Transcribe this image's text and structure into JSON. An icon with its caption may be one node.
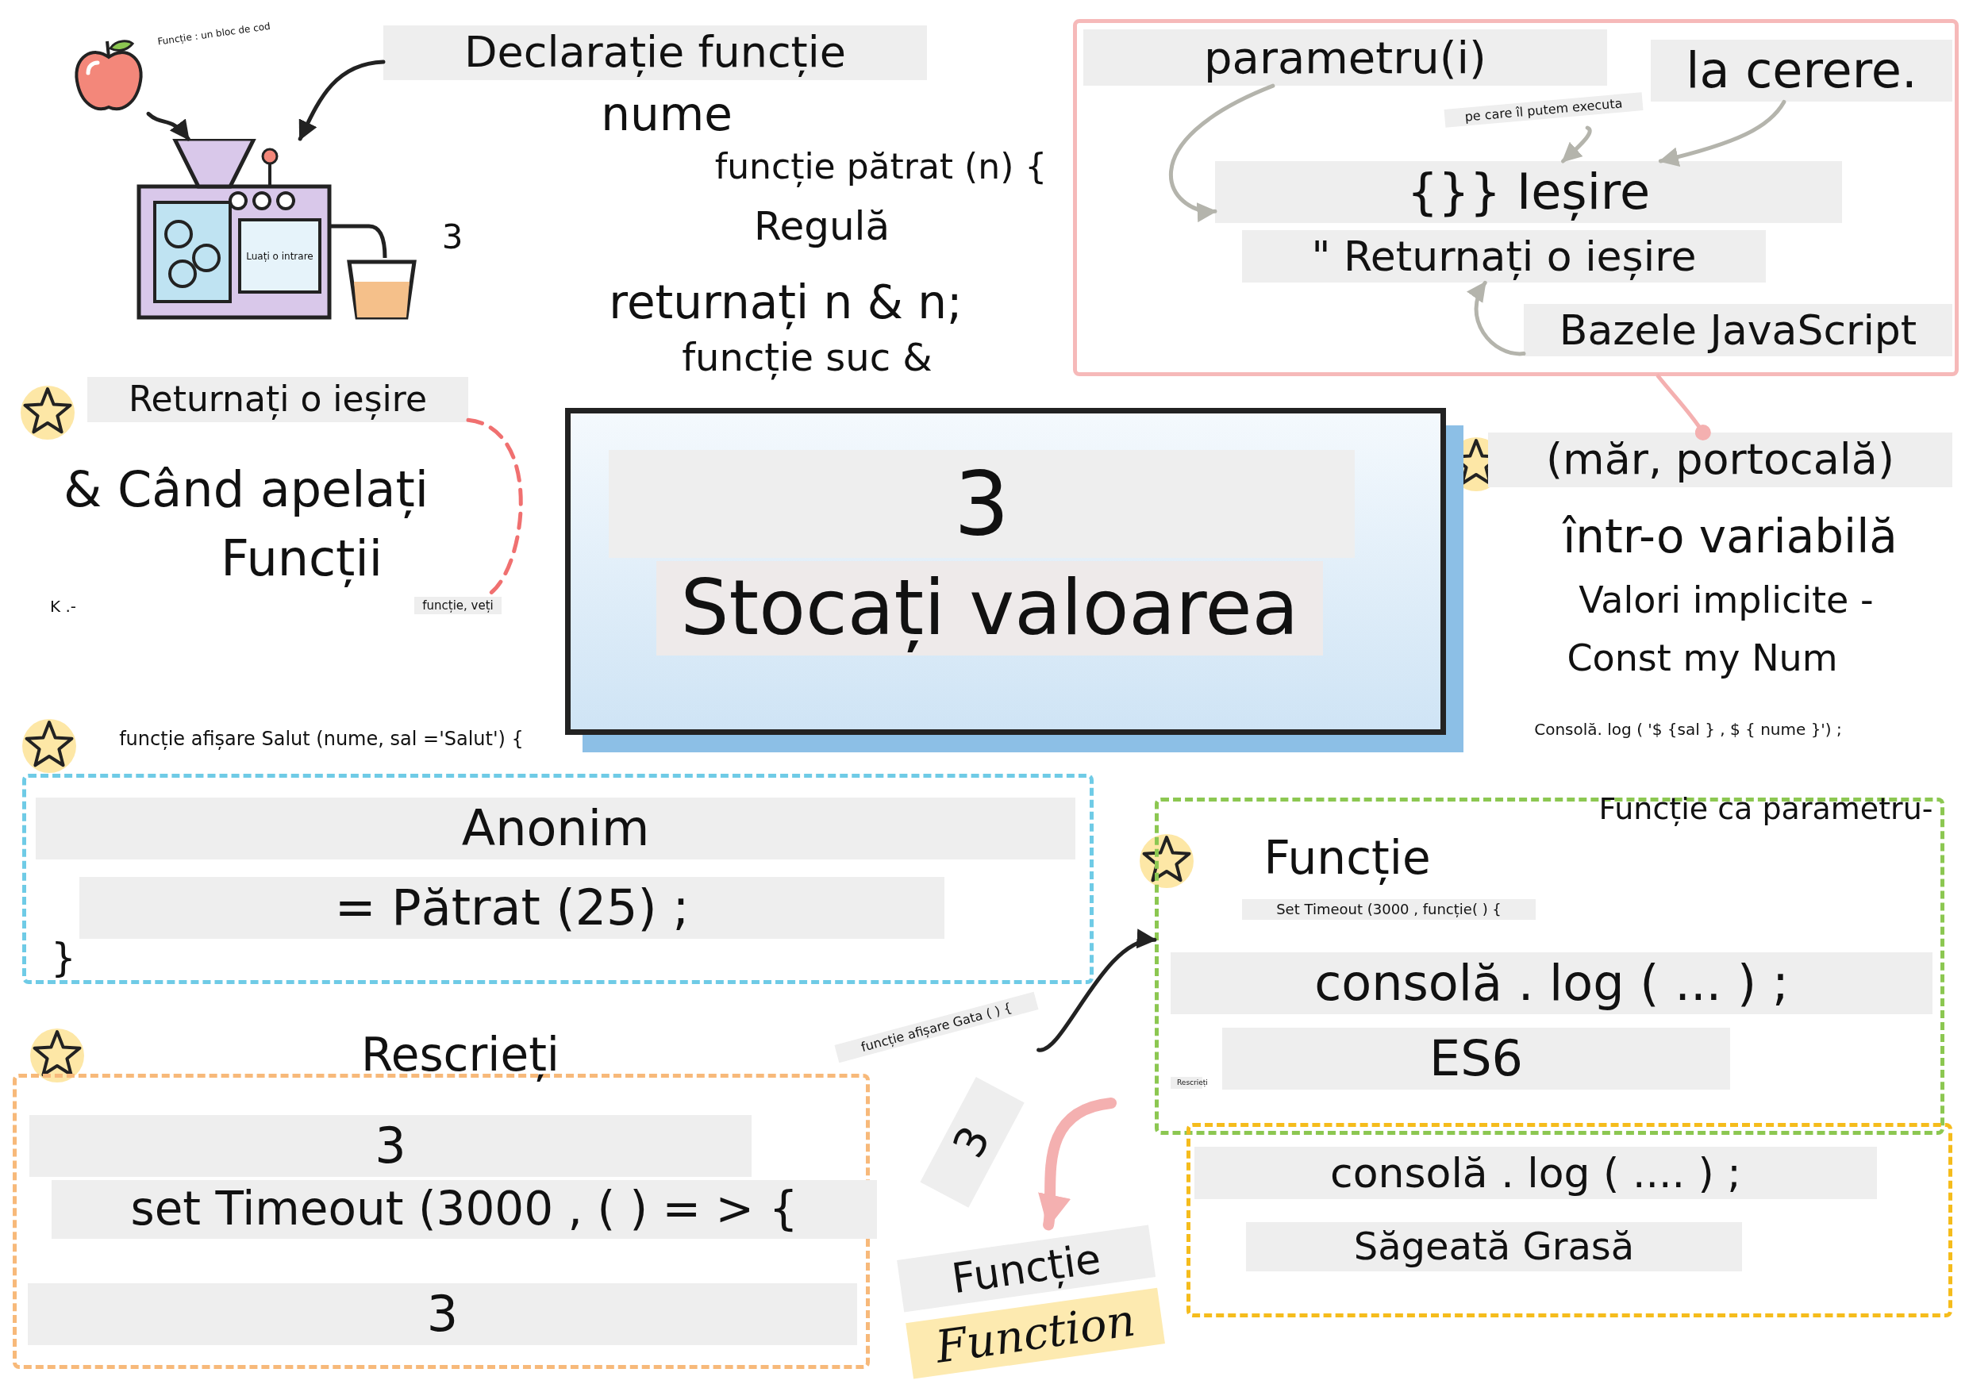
{
  "diagram": {
    "nodes": [
      {
        "text": [],
        "shape": "picture"
      },
      {
        "text": [
          "Luați o intrare"
        ]
      },
      {
        "text": [
          "Declarație funcție"
        ]
      },
      {
        "text": [],
        "shape": "box"
      },
      {
        "text": [
          "parametru(i)"
        ],
        "in": 3
      },
      {
        "text": [
          "pe care îl putem executa"
        ],
        "in": 3
      },
      {
        "text": [
          "la cerere."
        ],
        "in": 3
      },
      {
        "text": [
          "{}} Ieșire"
        ],
        "in": 3
      },
      {
        "text": [
          "\" Returnați o ieșire"
        ],
        "in": 3
      },
      {
        "text": [
          "Bazele JavaScript"
        ],
        "in": 3
      },
      {
        "text": [
          "(măr, portocală)"
        ]
      },
      {
        "text": [
          "3",
          "Stocați valoarea"
        ]
      },
      {
        "text": [
          "Returnați o ieșire"
        ]
      },
      {
        "text": [
          "funcție, veți"
        ]
      },
      {
        "text": [],
        "shape": "box"
      },
      {
        "text": [
          "Anonim"
        ],
        "in": 14
      },
      {
        "text": [
          "= Pătrat (25) ;"
        ],
        "in": 14
      },
      {
        "text": [
          "}"
        ],
        "in": 14
      },
      {
        "text": [
          "Rescrieți"
        ]
      },
      {
        "text": [
          "3"
        ],
        "in": 18
      },
      {
        "text": [
          "set Timeout (3000 , ( ) = > {"
        ],
        "in": 18
      },
      {
        "text": [
          "3"
        ],
        "in": 18
      },
      {
        "text": [
          "funcție afișare Gata ( ) {"
        ]
      },
      {
        "text": [
          "Funcție"
        ]
      },
      {
        "text": [
          "Set Timeout (3000 , funcție( ) {"
        ],
        "in": 23
      },
      {
        "text": [
          "consolă . log ( ... ) ;"
        ],
        "in": 23
      },
      {
        "text": [
          "ES6"
        ],
        "in": 23
      },
      {
        "text": [
          "Rescrieți"
        ],
        "in": 23
      },
      {
        "text": [],
        "shape": "box"
      },
      {
        "text": [
          "consolă . log ( .... ) ;"
        ],
        "in": 28
      },
      {
        "text": [
          "Săgeată Grasă"
        ],
        "in": 28
      },
      {
        "text": [
          "Funcție",
          "Function"
        ]
      }
    ],
    "edges": [
      {
        "from": 0,
        "to": 1,
        "arrow": "to",
        "color": "#222222"
      },
      {
        "from": 2,
        "to": 1,
        "arrow": "to",
        "color": "#222222"
      },
      {
        "from": 4,
        "to": 7,
        "arrow": "to"
      },
      {
        "from": 5,
        "to": 7,
        "arrow": "to"
      },
      {
        "from": 6,
        "to": 7,
        "arrow": "to"
      },
      {
        "from": 9,
        "to": 8,
        "arrow": "to"
      },
      {
        "from": 3,
        "to": 10,
        "arrow": "other",
        "color": "#f4b0b0"
      },
      {
        "from": 12,
        "to": 13,
        "arrow": "none",
        "style": "dashed",
        "color": "#f07070"
      },
      {
        "from": 22,
        "to": 23,
        "arrow": "to",
        "color": "#222222"
      },
      {
        "from": null,
        "to": 31,
        "arrow": "to",
        "style": "thick",
        "color": "#f4b0b0"
      }
    ],
    "labels": [
      "Funcție : un bloc de cod",
      "3",
      "nume",
      "funcție pătrat (n) {",
      "Regulă",
      "returnați n & n;",
      "funcție suc &",
      "& Când apelați",
      "Funcții",
      "K .-",
      "funcție afișare Salut (nume, sal ='Salut') {",
      "într-o variabilă",
      "Valori implicite -",
      "Const my Num",
      "Consolă. log ( '$ {sal } , $ { nume }') ;",
      "Funcție ca parametru-",
      "3"
    ]
  }
}
